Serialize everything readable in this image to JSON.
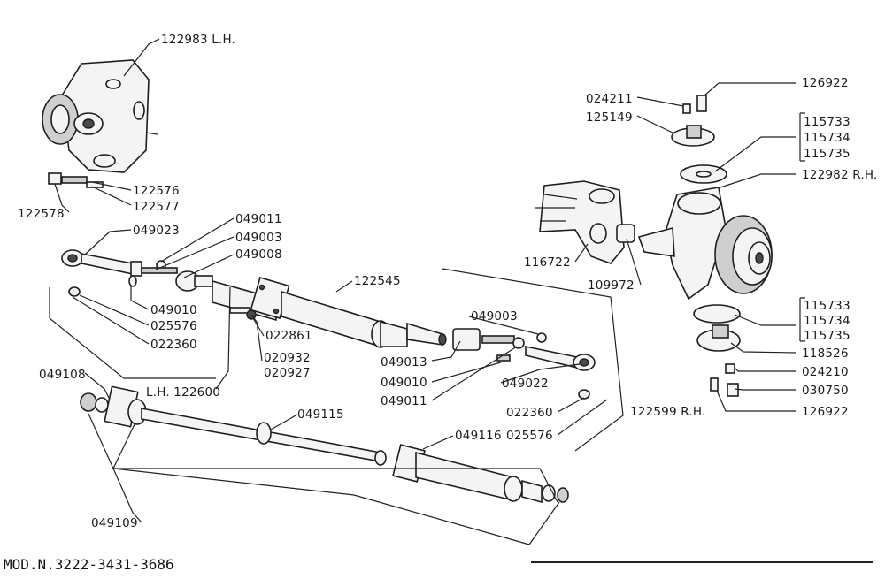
{
  "labels": {
    "l122983": "122983 L.H.",
    "l122576": "122576",
    "l122577": "122577",
    "l122578": "122578",
    "l049011a": "049011",
    "l049023": "049023",
    "l049003a": "049003",
    "l049008": "049008",
    "l122545": "122545",
    "l049010a": "049010",
    "l025576a": "025576",
    "l022360a": "022360",
    "l022861": "022861",
    "l020932": "020932",
    "l020927": "020927",
    "l049108": "049108",
    "l122600": "L.H. 122600",
    "l049115": "049115",
    "l049116": "049116",
    "l049109": "049109",
    "l049003b": "049003",
    "l049013": "049013",
    "l049010b": "049010",
    "l049011b": "049011",
    "l049022": "049022",
    "l022360b": "022360",
    "l025576b": "025576",
    "l122599": "122599 R.H.",
    "l116722": "116722",
    "l109972": "109972",
    "l024211": "024211",
    "l125149": "125149",
    "l126922a": "126922",
    "l115733a": "115733",
    "l115734a": "115734",
    "l115735a": "115735",
    "l122982": "122982 R.H.",
    "l115733b": "115733",
    "l115734b": "115734",
    "l115735b": "115735",
    "l118526": "118526",
    "l024210": "024210",
    "l030750": "030750",
    "l126922b": "126922"
  },
  "footer": "MOD.N.3222-3431-3686"
}
